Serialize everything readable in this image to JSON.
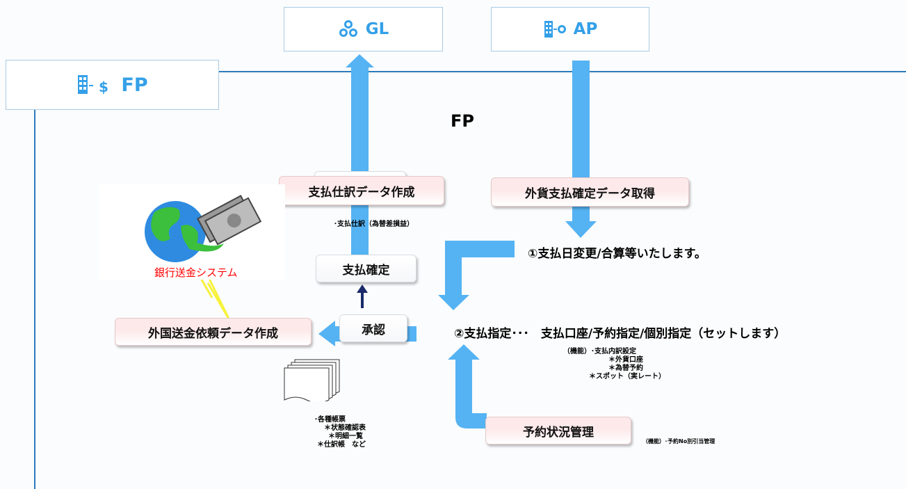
{
  "modules": {
    "gl": {
      "label": "GL",
      "icon": "coins-icon"
    },
    "ap": {
      "label": "AP",
      "icon": "building-yen-icon"
    },
    "fp": {
      "label": "FP",
      "icon": "building-dollar-icon"
    }
  },
  "diagram_title": "FP",
  "processes": {
    "journal": "支払仕訳データ作成",
    "fx_fetch": "外貨支払確定データ取得",
    "confirm": "支払確定",
    "approve": "承認",
    "remit": "外国送金依頼データ作成",
    "reserve": "予約状況管理"
  },
  "notes": {
    "journal_note": "･支払仕訳（為替差損益）",
    "step1": "①支払日変更/合算等いたします。",
    "step2": "②支払指定･･･　支払口座/予約指定/個別指定（セットします）",
    "func_lines": [
      "（機能）･支払内訳設定",
      "＊外貨口座",
      "＊為替予約",
      "＊スポット（実レート）"
    ],
    "reserve_note": "（機能）･予約No別引当管理",
    "bank_system": "銀行送金システム",
    "reports": [
      "･各種帳票",
      "＊状態確認表",
      "＊明細一覧",
      "＊仕訳帳　など"
    ]
  },
  "colors": {
    "arrow": "#55b3f3",
    "dark_arrow": "#1a2a6a",
    "module_text": "#34a0e8",
    "bank_text": "#ff0000",
    "line": "#2c7bbd"
  }
}
